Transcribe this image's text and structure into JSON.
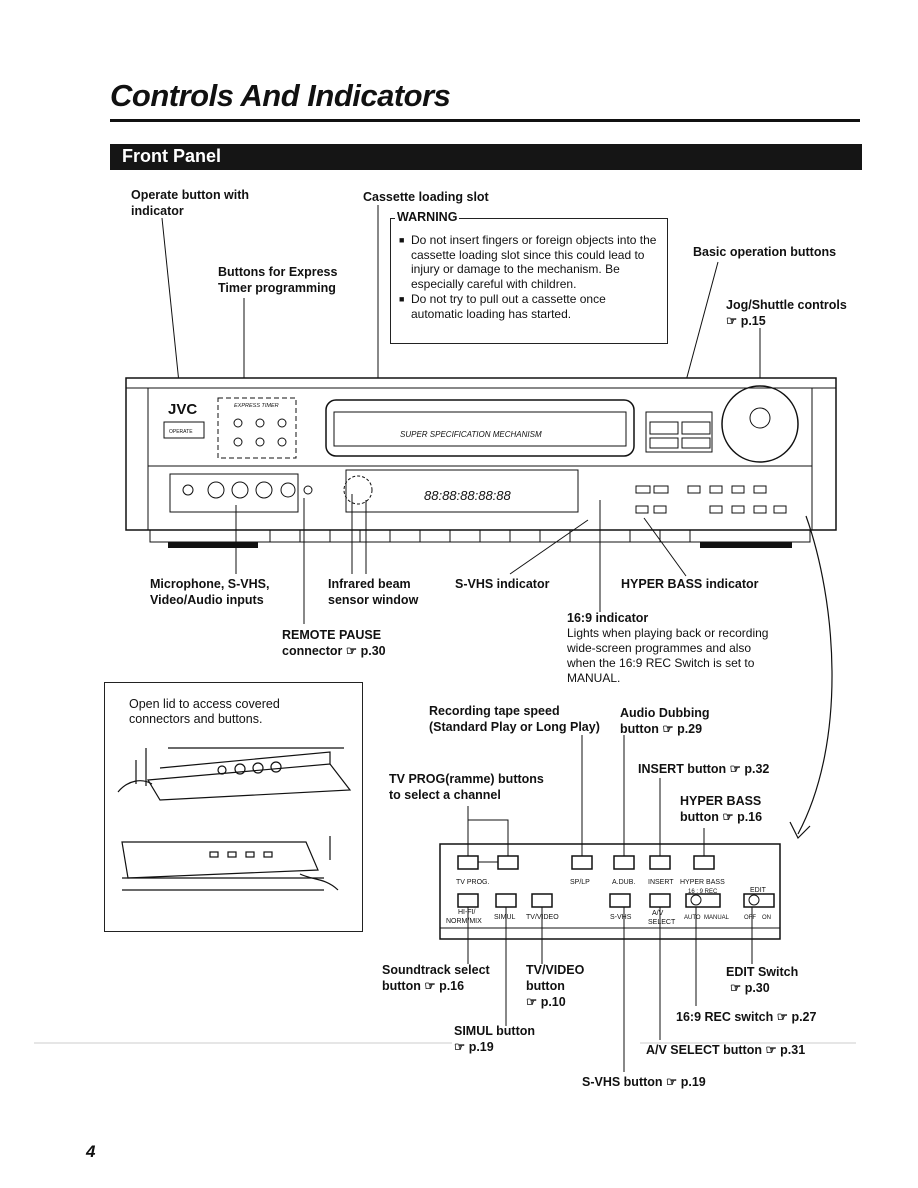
{
  "page_title": "Controls And Indicators",
  "section_title": "Front Panel",
  "warning": {
    "heading": "WARNING",
    "items": [
      "Do not insert fingers or foreign objects into the cassette loading slot since this could lead to injury or damage to the mechanism. Be especially careful with children.",
      "Do not try to pull out a cassette once automatic loading has started."
    ]
  },
  "labels": {
    "operate_1": "Operate button with",
    "operate_2": "indicator",
    "express_1": "Buttons for Express",
    "express_2": "Timer programming",
    "cassette_slot": "Cassette loading slot",
    "basic_ops": "Basic operation buttons",
    "jog_1": "Jog/Shuttle controls",
    "jog_2": "p.15",
    "mic_1": "Microphone, S-VHS,",
    "mic_2": "Video/Audio inputs",
    "ir_1": "Infrared beam",
    "ir_2": "sensor window",
    "svhs_indicator": "S-VHS indicator",
    "hyperbass_indicator": "HYPER BASS indicator",
    "remote_1": "REMOTE PAUSE",
    "remote_2": "connector",
    "remote_3": "p.30",
    "ind169_title": "16:9 indicator",
    "ind169_l1": "Lights when playing back or recording",
    "ind169_l2": "wide-screen programmes and also",
    "ind169_l3": "when the 16:9 REC Switch is set to",
    "ind169_l4": "MANUAL.",
    "inset_1": "Open lid to access covered",
    "inset_2": "connectors and buttons.",
    "rec_speed_1": "Recording tape speed",
    "rec_speed_2": "(Standard Play or Long Play)",
    "adub_1": "Audio Dubbing",
    "adub_2": "button",
    "adub_3": "p.29",
    "tvprog_1": "TV PROG(ramme) buttons",
    "tvprog_2": "to select a channel",
    "insert_1": "INSERT button",
    "insert_2": "p.32",
    "hbbtn_1": "HYPER BASS",
    "hbbtn_2": "button",
    "hbbtn_3": "p.16",
    "sound_1": "Soundtrack select",
    "sound_2": "button",
    "sound_3": "p.16",
    "tvvideo_1": "TV/VIDEO",
    "tvvideo_2": "button",
    "tvvideo_3": "p.10",
    "simul_1": "SIMUL button",
    "simul_2": "p.19",
    "edit_1": "EDIT Switch",
    "edit_2": "p.30",
    "rec169": "16:9 REC switch",
    "rec169_p": "p.27",
    "avsel": "A/V SELECT button",
    "avsel_p": "p.31",
    "svhs_btn": "S-VHS button",
    "svhs_btn_p": "p.19"
  },
  "device": {
    "brand": "JVC",
    "operate": "OPERATE",
    "express_timer": "EXPRESS TIMER",
    "mechanism": "SUPER SPECIFICATION MECHANISM",
    "display": "88:88:88:88:88"
  },
  "detail_panel": {
    "top_labels": [
      "TV PROG.",
      "SP/LP",
      "A.DUB.",
      "INSERT",
      "HYPER BASS"
    ],
    "rec169_small": "16 : 9 REC",
    "edit_small": "EDIT",
    "bottom_labels": [
      "HI-FI/",
      "NORM/MIX",
      "SIMUL",
      "TV/VIDEO",
      "S-VHS",
      "A/V",
      "SELECT",
      "AUTO",
      "MANUAL",
      "OFF",
      "ON"
    ]
  },
  "page_number": "4"
}
